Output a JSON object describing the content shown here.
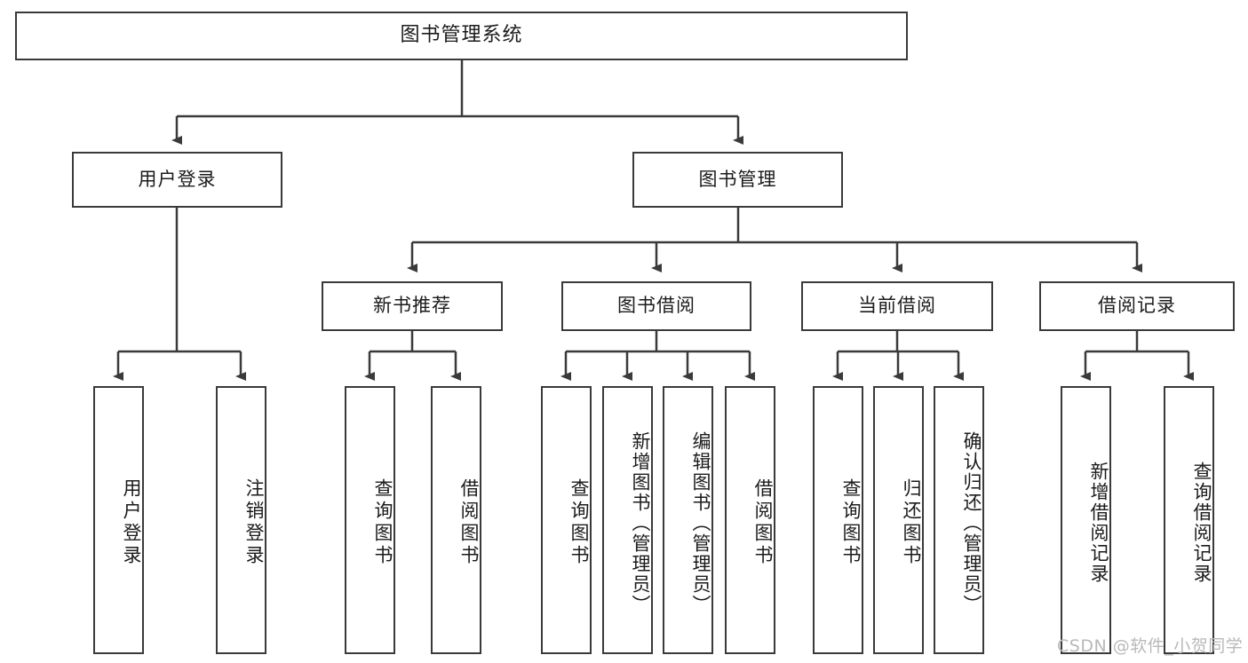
{
  "diagram": {
    "title": "图书管理系统",
    "type": "tree-hierarchy-diagram",
    "root": {
      "label": "图书管理系统"
    },
    "level2": [
      {
        "label": "用户登录"
      },
      {
        "label": "图书管理"
      }
    ],
    "level3": [
      {
        "label": "新书推荐"
      },
      {
        "label": "图书借阅"
      },
      {
        "label": "当前借阅"
      },
      {
        "label": "借阅记录"
      }
    ],
    "leaves": {
      "user_login": [
        {
          "label": "用户登录"
        },
        {
          "label": "注销登录"
        }
      ],
      "new_book": [
        {
          "label": "查询图书"
        },
        {
          "label": "借阅图书"
        }
      ],
      "book_borrow": [
        {
          "label": "查询图书"
        },
        {
          "label": "新增图书（管理员）"
        },
        {
          "label": "编辑图书（管理员）"
        },
        {
          "label": "借阅图书"
        }
      ],
      "current_borrow": [
        {
          "label": "查询图书"
        },
        {
          "label": "归还图书"
        },
        {
          "label": "确认归还（管理员）"
        }
      ],
      "borrow_record": [
        {
          "label": "新增借阅记录"
        },
        {
          "label": "查询借阅记录"
        }
      ]
    }
  },
  "watermark": {
    "text": "CSDN @软件_小贺同学"
  },
  "colors": {
    "stroke": "#3a3a3a",
    "text": "#1b1b1b",
    "background": "#ffffff",
    "watermark": "#b9b9b9"
  }
}
